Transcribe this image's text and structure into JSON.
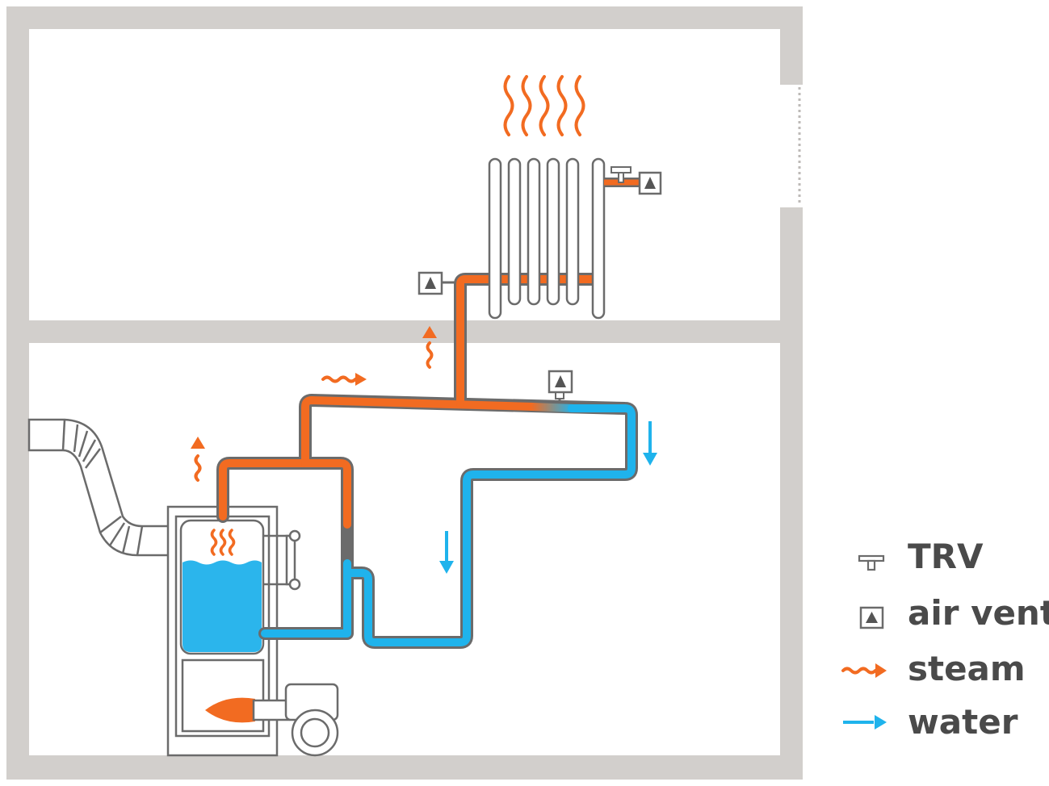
{
  "colors": {
    "steam": "#f26b21",
    "water": "#1fb3ec",
    "wall": "#d2cfcc",
    "outline": "#6b6b6b",
    "text": "#4a4a4a"
  },
  "legend": {
    "trv": {
      "icon": "trv-icon",
      "label": "TRV"
    },
    "air_vent": {
      "icon": "air-vent-icon",
      "label": "air vent"
    },
    "steam": {
      "icon": "wavy-arrow-icon",
      "label": "steam"
    },
    "water": {
      "icon": "straight-arrow-icon",
      "label": "water"
    }
  }
}
